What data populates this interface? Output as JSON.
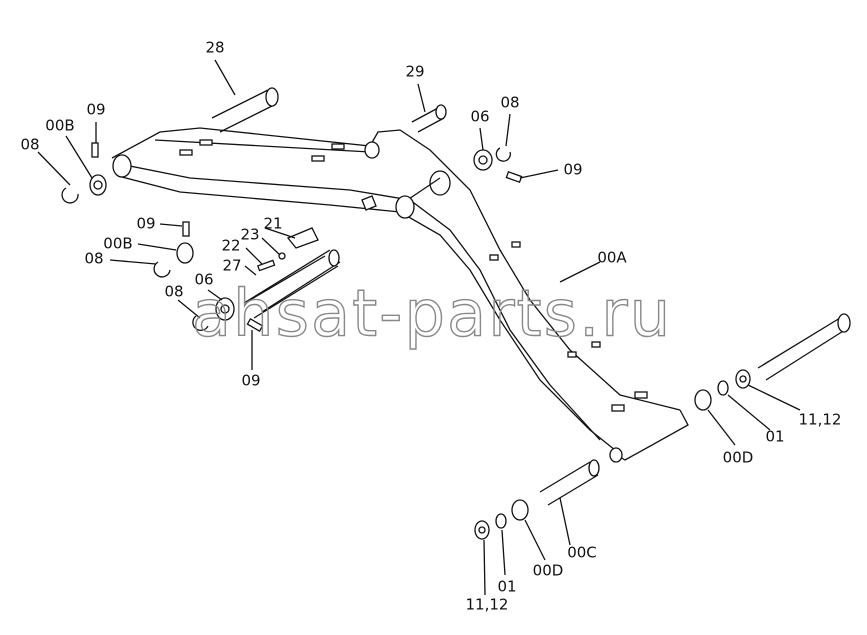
{
  "watermark": "ahsat-parts.ru",
  "labels": {
    "pin_28": "28",
    "pin_29": "29",
    "bush_06_top": "06",
    "ring_08_top": "08",
    "pin_09_right": "09",
    "bush_00B_topleft": "00B",
    "pin_09_topleft": "09",
    "ring_08_topleft": "08",
    "pin_09_mid": "09",
    "bush_00B_mid": "00B",
    "ring_08_mid": "08",
    "bracket_21": "21",
    "washer_23": "23",
    "bolt_22": "22",
    "pin_27": "27",
    "ring_08_low": "08",
    "bush_06_low": "06",
    "pin_09_low": "09",
    "boom_00A": "00A",
    "shim_11_12_right": "11,12",
    "seal_01_right": "01",
    "bush_00D_right": "00D",
    "pin_00C": "00C",
    "bush_00D_bottom": "00D",
    "seal_01_bottom": "01",
    "shim_11_12_bottom": "11,12"
  }
}
